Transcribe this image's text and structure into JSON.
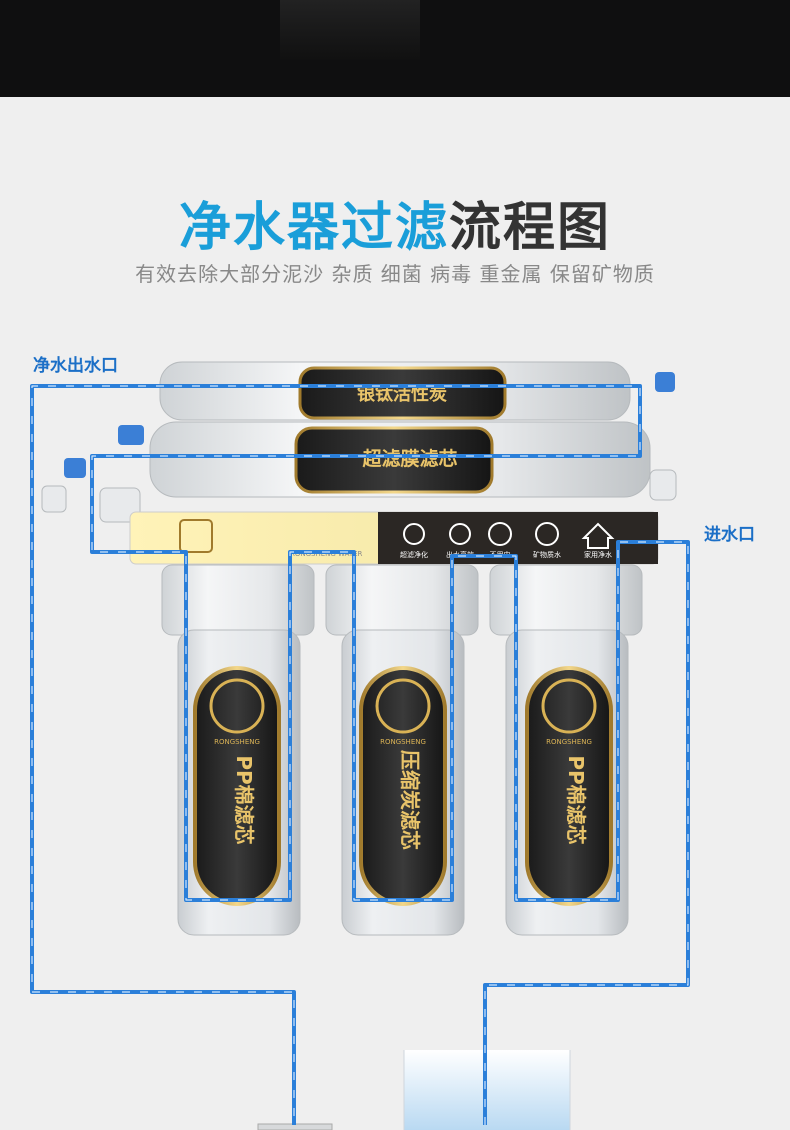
{
  "header": {
    "title_highlight": "净水器过滤",
    "title_rest": "流程图",
    "subtitle": "有效去除大部分泥沙 杂质 细菌 病毒 重金属 保留矿物质"
  },
  "labels": {
    "clean_water_outlet": "净水出水口",
    "water_inlet": "进水口"
  },
  "filters": {
    "top_membrane_1": "银钛活性炭",
    "top_membrane_2": "超滤膜滤芯",
    "cartridges": [
      {
        "brand": "RONGSHENG",
        "name": "PP棉滤芯"
      },
      {
        "brand": "RONGSHENG",
        "name": "压缩炭滤芯"
      },
      {
        "brand": "RONGSHENG",
        "name": "PP棉滤芯"
      }
    ]
  },
  "panel": {
    "brand_strip": "RONGSHENG WATER",
    "features": [
      "超滤净化",
      "出水高效",
      "不用电",
      "矿物质水",
      "家用净水"
    ]
  },
  "colors": {
    "accent_blue": "#1a9ed9",
    "pipe_blue": "#2b7fd9",
    "gold": "#d9b255"
  }
}
